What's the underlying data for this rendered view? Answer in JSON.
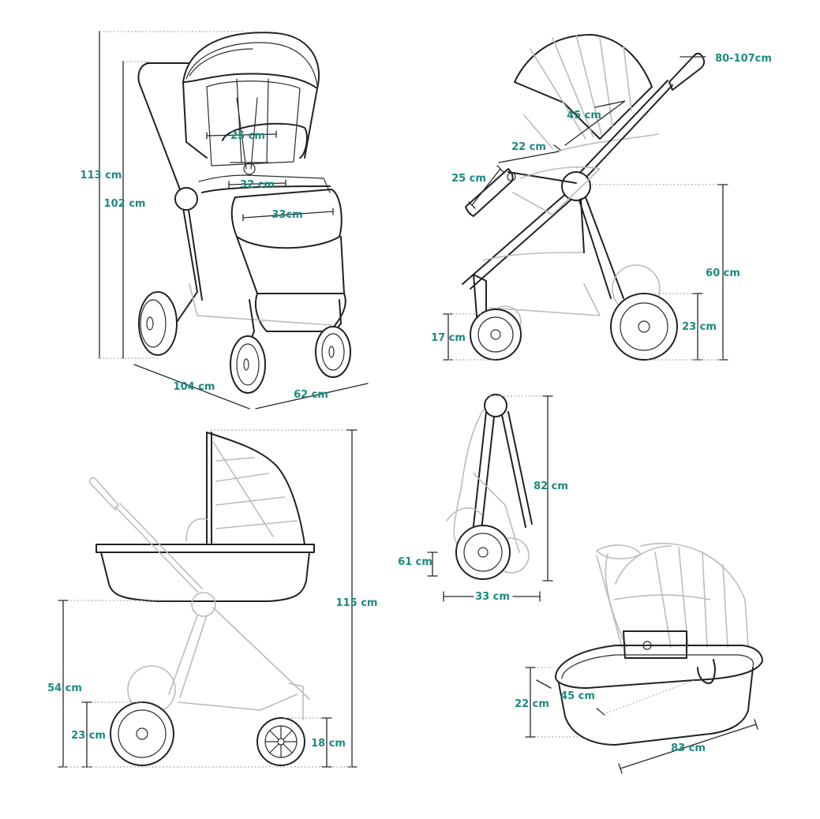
{
  "colors": {
    "label": "#1c8a7e",
    "line": "#1f2226",
    "ghost_line": "#b9bcbf",
    "background": "#ffffff"
  },
  "views": {
    "front": {
      "total_height": "113 cm",
      "frame_height": "102 cm",
      "backrest_width": "25 cm",
      "seat_width": "32 cm",
      "footrest_width": "33cm",
      "length": "104 cm",
      "width": "62 cm"
    },
    "side": {
      "handle_height": "80-107cm",
      "canopy_depth": "45 cm",
      "seat_depth": "22 cm",
      "bumper_bar": "25 cm",
      "seat_height": "60 cm",
      "rear_wheel": "23 cm",
      "front_wheel": "17 cm"
    },
    "carrycot_on_frame": {
      "total_height": "115 cm",
      "cot_height": "54 cm",
      "rear_wheel": "23 cm",
      "front_wheel": "18 cm"
    },
    "folded": {
      "height": "82 cm",
      "depth": "61 cm",
      "width": "33 cm"
    },
    "carrycot": {
      "height": "22 cm",
      "width": "45 cm",
      "length": "83 cm"
    }
  }
}
